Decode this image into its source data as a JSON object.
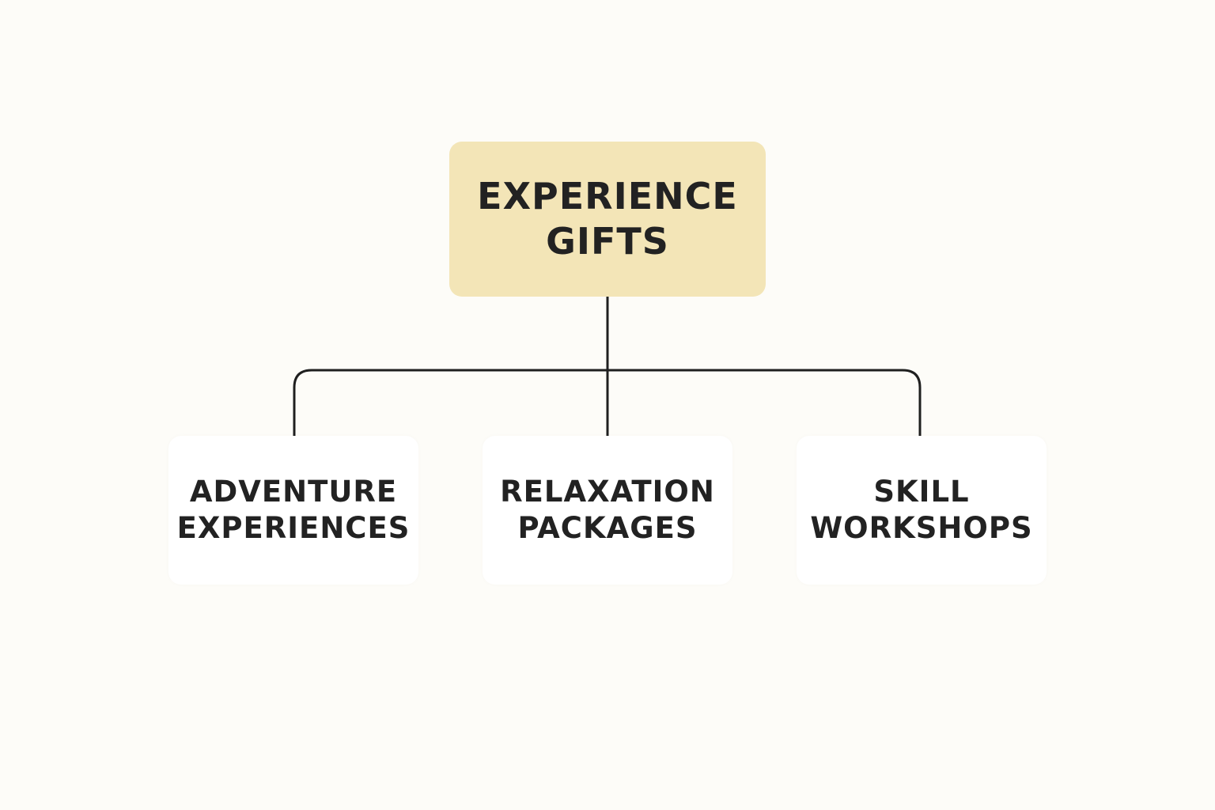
{
  "colors": {
    "background": "#fdfcf8",
    "root_fill": "#f3e5b7",
    "child_fill": "#ffffff",
    "connector": "#1f1f1f",
    "text": "#222222"
  },
  "root": {
    "line1": "EXPERIENCE",
    "line2": "GIFTS"
  },
  "children": [
    {
      "line1": "ADVENTURE",
      "line2": "EXPERIENCES"
    },
    {
      "line1": "RELAXATION",
      "line2": "PACKAGES"
    },
    {
      "line1": "SKILL",
      "line2": "WORKSHOPS"
    }
  ]
}
